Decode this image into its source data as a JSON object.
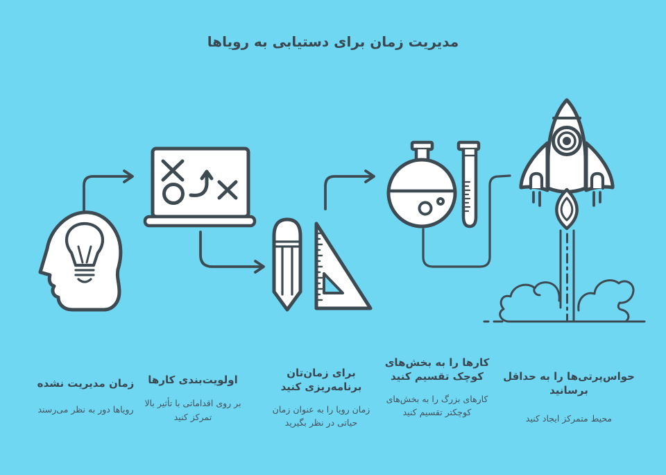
{
  "title": "مدیریت زمان برای دستیابی به رویاها",
  "colors": {
    "background": "#70D7F3",
    "stroke": "#3E4A52",
    "heading_text": "#3A4750",
    "body_text": "#44525B"
  },
  "icons": [
    "head-lightbulb-icon",
    "strategy-board-icon",
    "pencil-icon",
    "set-square-icon",
    "flask-icon",
    "test-tube-icon",
    "rocket-icon",
    "launch-clouds-icon",
    "flow-arrow-icon"
  ],
  "steps": [
    {
      "heading": "زمان مدیریت نشده",
      "description": "رویاها دور به نظر می‌رسند"
    },
    {
      "heading": "اولویت‌بندی کارها",
      "description": "بر روی اقداماتی با تأثیر بالا تمرکز کنید"
    },
    {
      "heading": "برای زمان‌تان برنامه‌ریزی کنید",
      "description": "زمان رویا را به عنوان زمان حیاتی در نظر بگیرید"
    },
    {
      "heading": "کارها را به بخش‌های کوچک تقسیم کنید",
      "description": "کارهای بزرگ را به بخش‌های کوچکتر تقسیم کنید"
    },
    {
      "heading": "حواس‌پرتی‌ها را به حداقل برسانید",
      "description": "محیط متمرکز ایجاد کنید"
    }
  ]
}
